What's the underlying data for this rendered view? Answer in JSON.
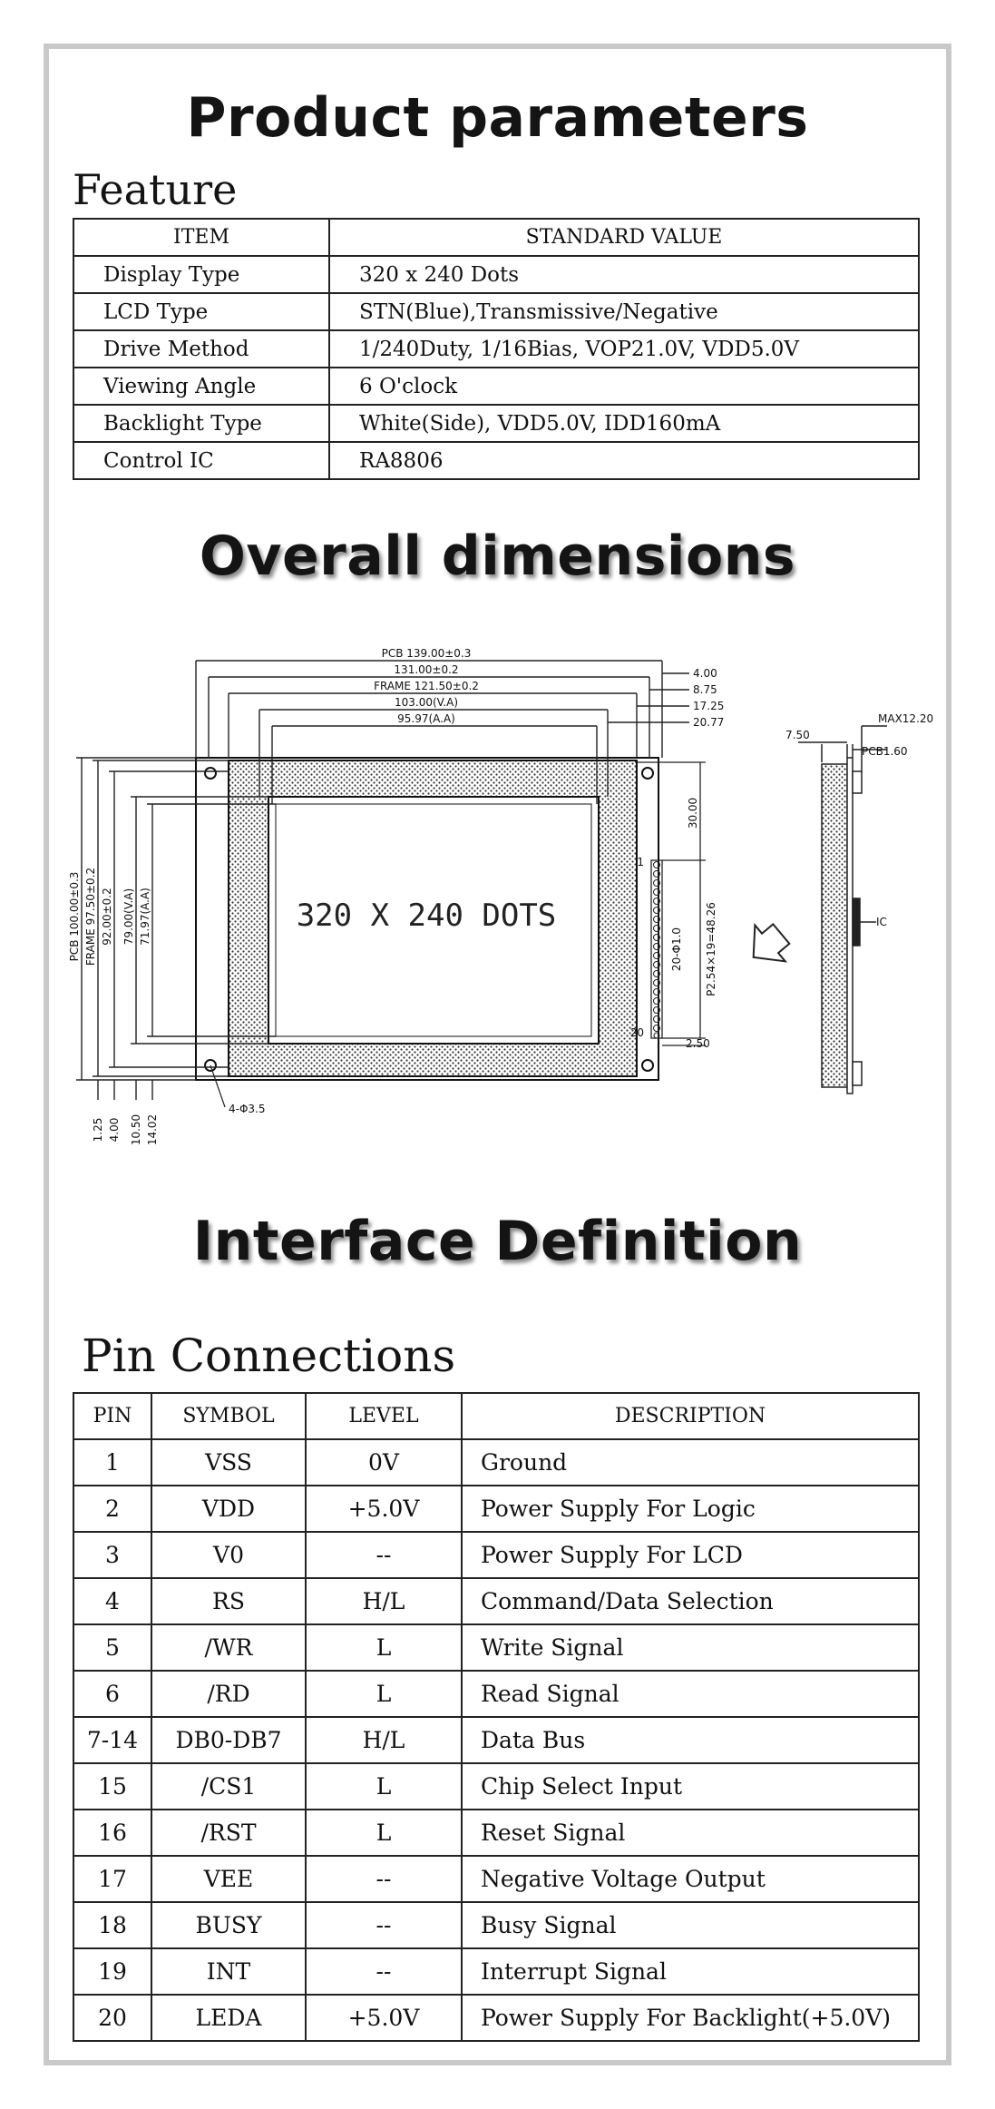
{
  "headings": {
    "product_parameters": "Product parameters",
    "overall_dimensions": "Overall dimensions",
    "interface_definition": "Interface Definition"
  },
  "feature": {
    "title": "Feature",
    "headers": [
      "ITEM",
      "STANDARD VALUE"
    ],
    "rows": [
      [
        "Display Type",
        "320 x 240 Dots"
      ],
      [
        "LCD Type",
        "STN(Blue),Transmissive/Negative"
      ],
      [
        "Drive Method",
        "1/240Duty, 1/16Bias, VOP21.0V, VDD5.0V"
      ],
      [
        "Viewing Angle",
        "6 O'clock"
      ],
      [
        "Backlight Type",
        "White(Side), VDD5.0V, IDD160mA"
      ],
      [
        "Control IC",
        "RA8806"
      ]
    ]
  },
  "drawing": {
    "screen_text": "320 X 240 DOTS",
    "dims_top": [
      "PCB 139.00±0.3",
      "131.00±0.2",
      "FRAME 121.50±0.2",
      "103.00(V.A)",
      "95.97(A.A)"
    ],
    "dims_right_top": [
      "4.00",
      "8.75",
      "17.25",
      "20.77"
    ],
    "dims_left": [
      "PCB 100.00±0.3",
      "FRAME 97.50±0.2",
      "92.00±0.2",
      "79.00(V.A)",
      "71.97(A.A)"
    ],
    "dims_bottom": [
      "1.25",
      "4.00",
      "10.50",
      "14.02"
    ],
    "hole_label": "4-Φ3.5",
    "pin_dims": [
      "30.00",
      "P2.54×19=48.26",
      "20-Φ1.0",
      "2.50"
    ],
    "pin_numbers": [
      "1",
      "20"
    ],
    "side_labels": [
      "MAX12.20",
      "7.50",
      "PCB1.60",
      "IC"
    ]
  },
  "pins": {
    "title": "Pin Connections",
    "headers": [
      "PIN",
      "SYMBOL",
      "LEVEL",
      "DESCRIPTION"
    ],
    "rows": [
      [
        "1",
        "VSS",
        "0V",
        "Ground"
      ],
      [
        "2",
        "VDD",
        "+5.0V",
        "Power Supply For Logic"
      ],
      [
        "3",
        "V0",
        "--",
        "Power Supply For LCD"
      ],
      [
        "4",
        "RS",
        "H/L",
        "Command/Data Selection"
      ],
      [
        "5",
        "/WR",
        "L",
        "Write Signal"
      ],
      [
        "6",
        "/RD",
        "L",
        "Read Signal"
      ],
      [
        "7-14",
        "DB0-DB7",
        "H/L",
        "Data Bus"
      ],
      [
        "15",
        "/CS1",
        "L",
        "Chip Select Input"
      ],
      [
        "16",
        "/RST",
        "L",
        "Reset Signal"
      ],
      [
        "17",
        "VEE",
        "--",
        "Negative Voltage Output"
      ],
      [
        "18",
        "BUSY",
        "--",
        "Busy Signal"
      ],
      [
        "19",
        "INT",
        "--",
        "Interrupt Signal"
      ],
      [
        "20",
        "LEDA",
        "+5.0V",
        "Power Supply For Backlight(+5.0V)"
      ]
    ]
  }
}
